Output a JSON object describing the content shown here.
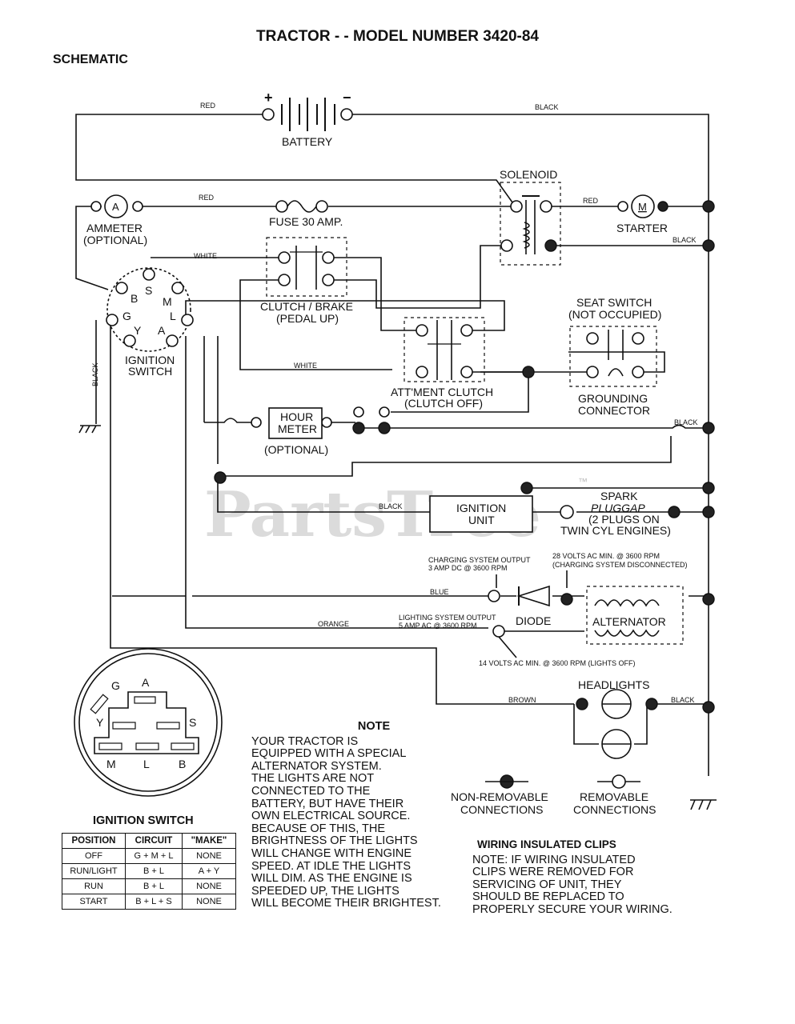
{
  "title": "TRACTOR - - MODEL NUMBER 3420-84",
  "subtitle": "SCHEMATIC",
  "watermark": "PartsTree",
  "watermark_tm": "™",
  "components": {
    "battery": "BATTERY",
    "battery_plus": "+",
    "battery_minus": "−",
    "solenoid": "SOLENOID",
    "ammeter": "AMMETER",
    "ammeter_opt": "(OPTIONAL)",
    "ammeter_symbol": "A",
    "fuse": "FUSE 30 AMP.",
    "starter": "STARTER",
    "starter_symbol": "M",
    "clutch_brake_1": "CLUTCH / BRAKE",
    "clutch_brake_2": "(PEDAL UP)",
    "seat_switch_1": "SEAT SWITCH",
    "seat_switch_2": "(NOT OCCUPIED)",
    "ignition_switch_1": "IGNITION",
    "ignition_switch_2": "SWITCH",
    "attment_1": "ATT'MENT CLUTCH",
    "attment_2": "(CLUTCH OFF)",
    "grounding_1": "GROUNDING",
    "grounding_2": "CONNECTOR",
    "hour_meter_1": "HOUR",
    "hour_meter_2": "METER",
    "hour_meter_opt": "(OPTIONAL)",
    "ignition_unit_1": "IGNITION",
    "ignition_unit_2": "UNIT",
    "spark_1": "SPARK",
    "spark_2": "PLUGGAP",
    "spark_3": "(2 PLUGS ON",
    "spark_4": "TWIN CYL ENGINES)",
    "diode": "DIODE",
    "alternator": "ALTERNATOR",
    "headlights": "HEADLIGHTS",
    "charging_1": "CHARGING SYSTEM OUTPUT",
    "charging_2": "3 AMP DC @ 3600 RPM",
    "ac28_1": "28 VOLTS AC MIN. @ 3600 RPM",
    "ac28_2": "(CHARGING SYSTEM DISCONNECTED)",
    "lighting_1": "LIGHTING SYSTEM OUTPUT",
    "lighting_2": "5 AMP AC @ 3600 RPM",
    "ac14": "14 VOLTS AC MIN. @ 3600 RPM (LIGHTS OFF)"
  },
  "switch_terminals": [
    "S",
    "B",
    "M",
    "G",
    "L",
    "Y",
    "A"
  ],
  "wires": {
    "red": "RED",
    "black": "BLACK",
    "white": "WHITE",
    "blue": "BLUE",
    "orange": "ORANGE",
    "brown": "BROWN"
  },
  "legend": {
    "non_removable_1": "NON-REMOVABLE",
    "non_removable_2": "CONNECTIONS",
    "removable_1": "REMOVABLE",
    "removable_2": "CONNECTIONS"
  },
  "ignition_switch_diagram": {
    "title": "IGNITION SWITCH",
    "letters": [
      "G",
      "A",
      "Y",
      "S",
      "M",
      "L",
      "B"
    ],
    "table": {
      "headers": [
        "POSITION",
        "CIRCUIT",
        "\"MAKE\""
      ],
      "rows": [
        [
          "OFF",
          "G + M + L",
          "NONE"
        ],
        [
          "RUN/LIGHT",
          "B + L",
          "A + Y"
        ],
        [
          "RUN",
          "B + L",
          "NONE"
        ],
        [
          "START",
          "B + L + S",
          "NONE"
        ]
      ]
    }
  },
  "note": {
    "heading": "NOTE",
    "lines": [
      "YOUR TRACTOR IS",
      "EQUIPPED WITH A SPECIAL",
      "ALTERNATOR SYSTEM.",
      "THE LIGHTS ARE NOT",
      "CONNECTED TO THE",
      "BATTERY, BUT HAVE THEIR",
      "OWN ELECTRICAL SOURCE.",
      "BECAUSE OF THIS, THE",
      "BRIGHTNESS OF THE LIGHTS",
      "WILL CHANGE WITH ENGINE",
      "SPEED.  AT IDLE THE LIGHTS",
      "WILL DIM.  AS THE ENGINE IS",
      "SPEEDED UP, THE LIGHTS",
      "WILL BECOME THEIR BRIGHTEST."
    ]
  },
  "clips": {
    "heading": "WIRING INSULATED CLIPS",
    "lines": [
      "NOTE: IF WIRING INSULATED",
      "CLIPS WERE REMOVED FOR",
      "SERVICING OF UNIT, THEY",
      "SHOULD BE REPLACED TO",
      "PROPERLY SECURE YOUR WIRING."
    ]
  }
}
